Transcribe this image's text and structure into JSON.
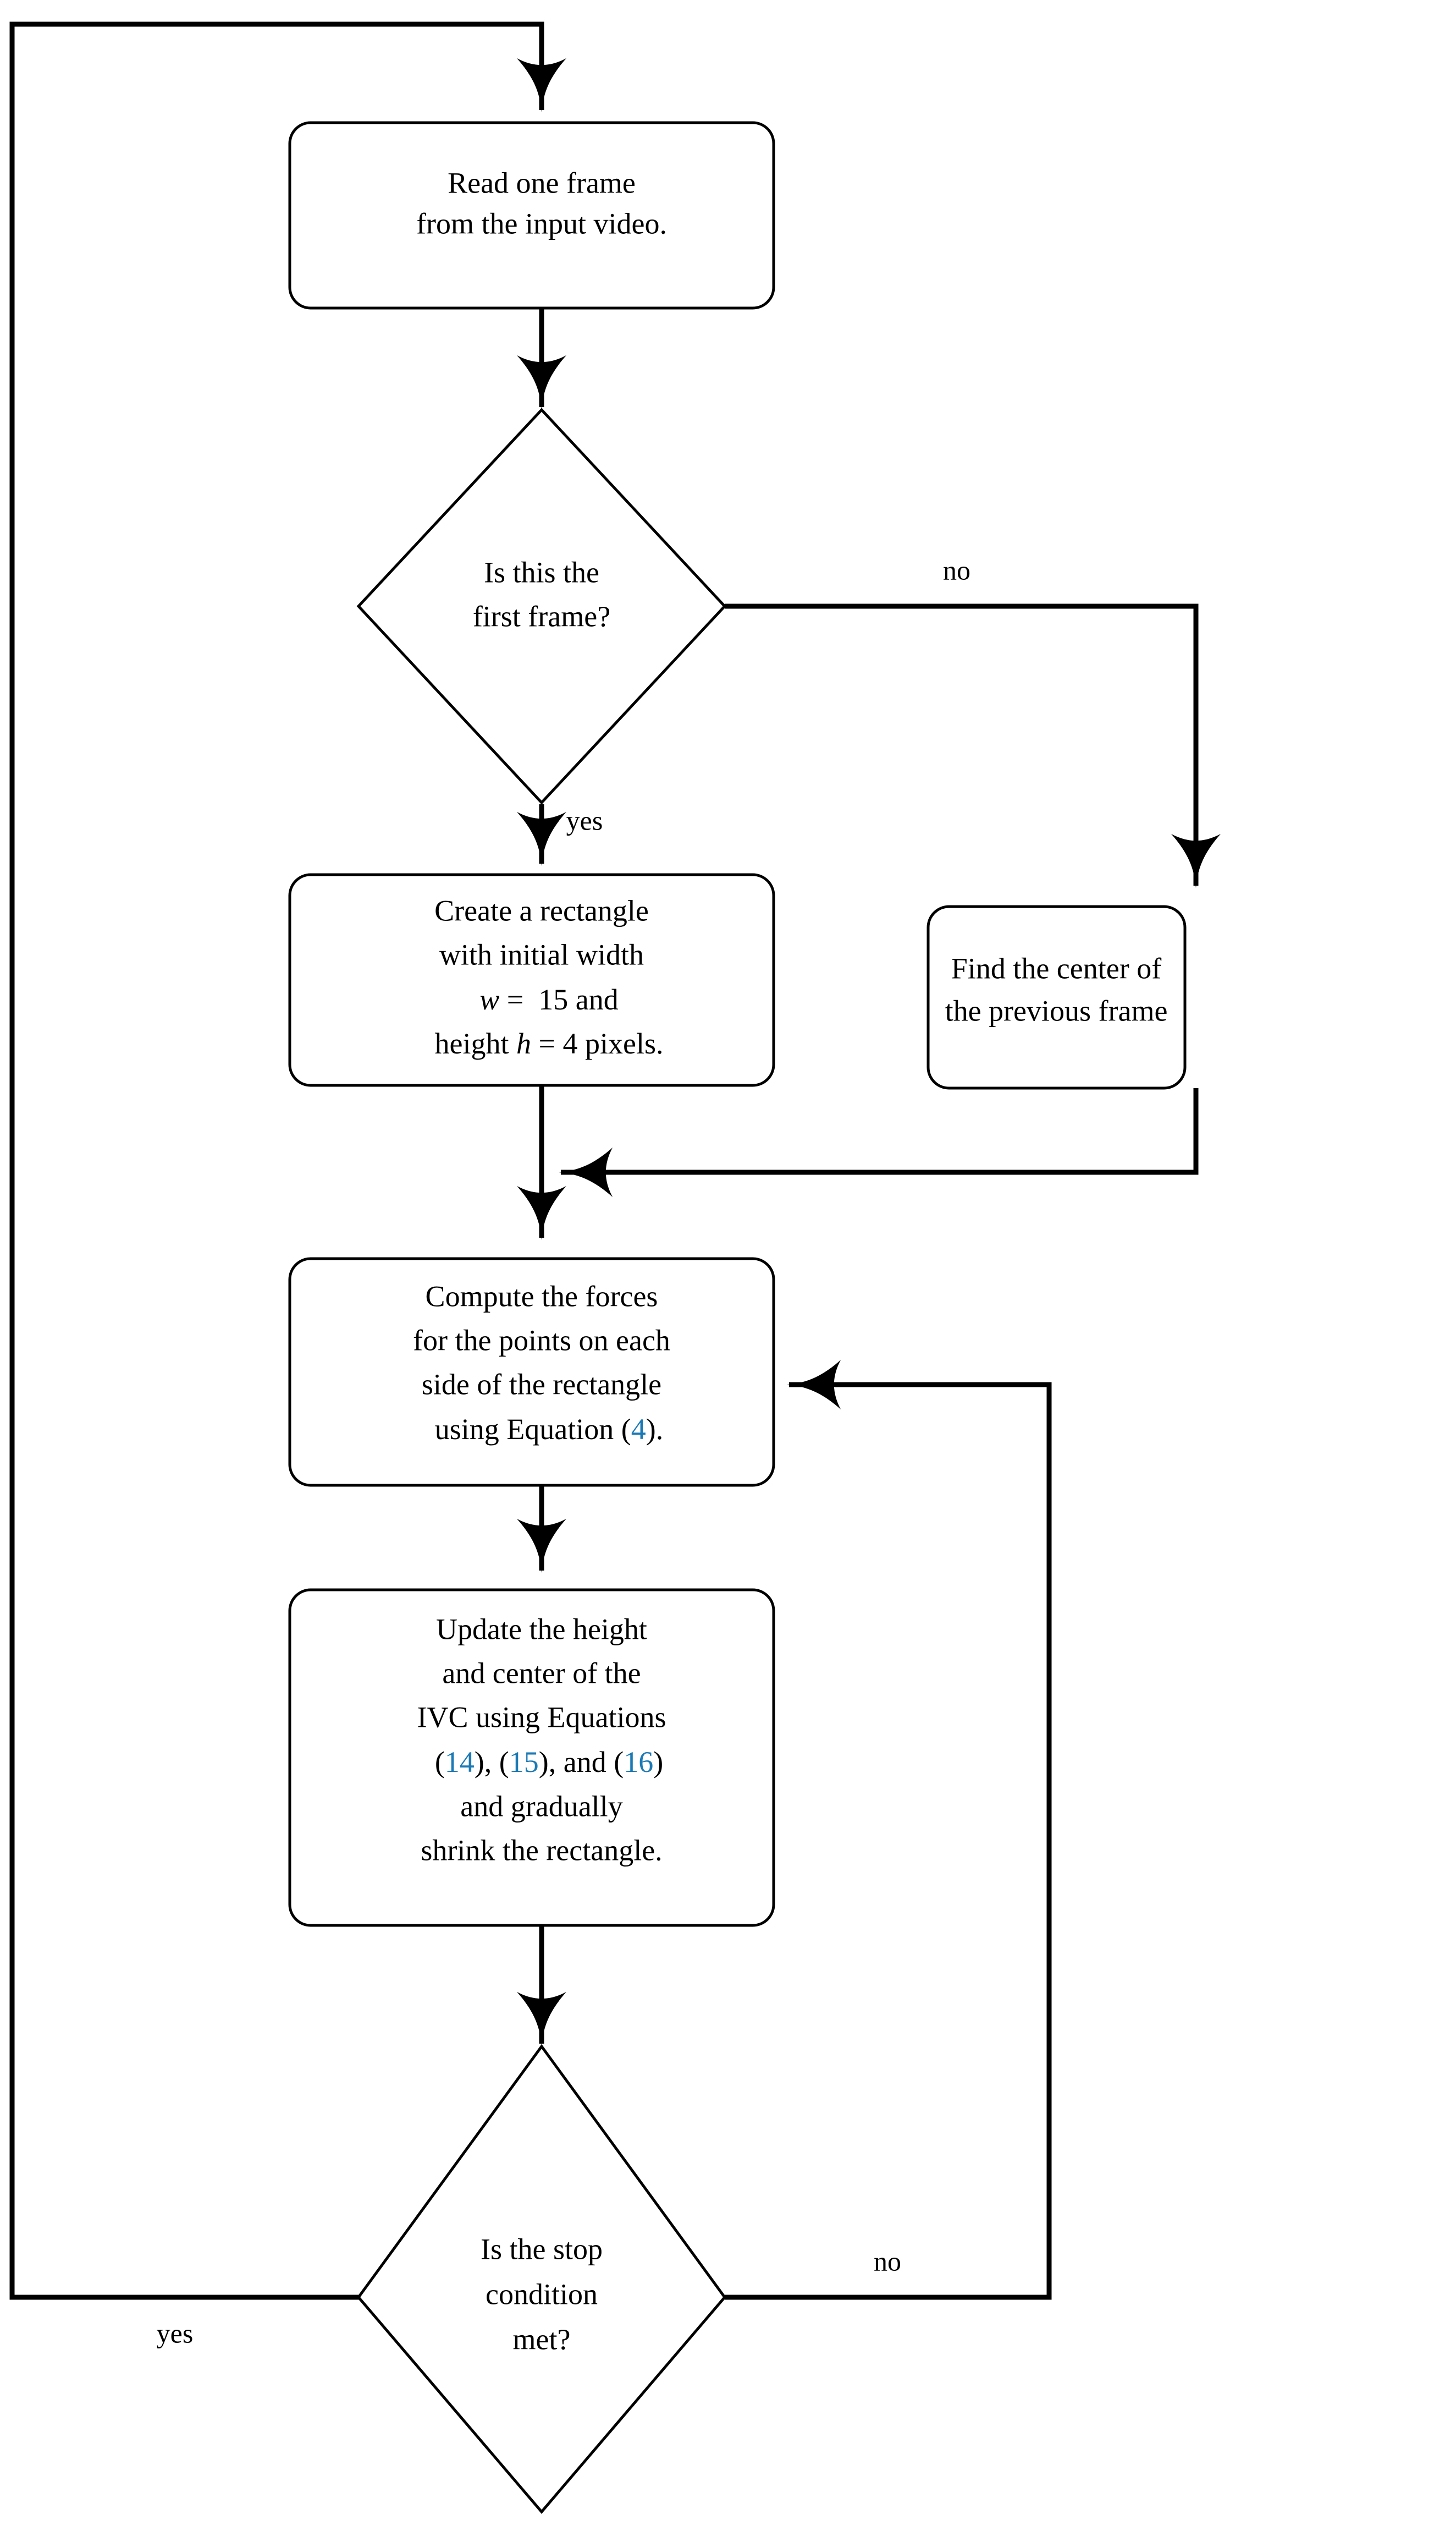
{
  "diagram": {
    "type": "flowchart",
    "title": "IVC tracking algorithm flowchart",
    "link_color": "#1b7ab5",
    "line_color": "#000000",
    "background_color": "#ffffff",
    "nodes": [
      {
        "id": "read-frame",
        "shape": "rounded-rectangle",
        "lines": [
          "Read one frame",
          "from the input video."
        ]
      },
      {
        "id": "is-first-frame",
        "shape": "diamond",
        "lines": [
          "Is this the",
          "first frame?"
        ]
      },
      {
        "id": "create-rectangle",
        "shape": "rounded-rectangle",
        "lines": [
          "Create a rectangle",
          "with initial width",
          "w = 15 and",
          "height h = 4 pixels."
        ],
        "line3": {
          "var": "w",
          "rest": " =  15 and"
        },
        "line4": {
          "pre": "height ",
          "var": "h",
          "rest": " = 4 pixels."
        }
      },
      {
        "id": "find-center",
        "shape": "rounded-rectangle",
        "lines": [
          "Find the center of",
          "the previous frame"
        ]
      },
      {
        "id": "compute-forces",
        "shape": "rounded-rectangle",
        "lines": [
          "Compute the forces",
          "for the points on each",
          "side of the rectangle",
          "using Equation (4)."
        ],
        "line4": {
          "pre": "using Equation (",
          "ref": "4",
          "post": ")."
        }
      },
      {
        "id": "update-height",
        "shape": "rounded-rectangle",
        "lines": [
          "Update the height",
          "and center of the",
          "IVC using Equations",
          "(14), (15), and (16)",
          "and gradually",
          "shrink the rectangle."
        ],
        "line4": {
          "open1": "(",
          "ref1": "14",
          "mid1": "), (",
          "ref2": "15",
          "mid2": "), and (",
          "ref3": "16",
          "close": ")"
        }
      },
      {
        "id": "stop-condition",
        "shape": "diamond",
        "lines": [
          "Is the stop",
          "condition",
          "met?"
        ]
      }
    ],
    "edge_labels": {
      "first_frame_no": "no",
      "first_frame_yes": "yes",
      "stop_no": "no",
      "stop_yes": "yes"
    }
  }
}
